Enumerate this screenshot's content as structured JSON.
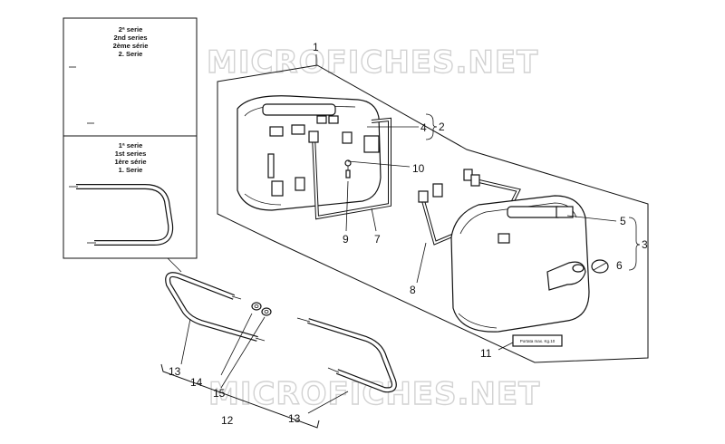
{
  "watermark": "MICROFICHES.NET",
  "series_boxes": [
    {
      "lines": [
        "2ª serie",
        "2nd series",
        "2ème série",
        "2. Serie"
      ]
    },
    {
      "lines": [
        "1ª serie",
        "1st series",
        "1ère série",
        "1. Serie"
      ]
    }
  ],
  "callouts": {
    "c1": "1",
    "c2": "2",
    "c3": "3",
    "c4": "4",
    "c5": "5",
    "c6": "6",
    "c7": "7",
    "c8": "8",
    "c9": "9",
    "c10": "10",
    "c11": "11",
    "c12": "12",
    "c13a": "13",
    "c13b": "13",
    "c14": "14",
    "c15": "15"
  },
  "label_plate_text": "Portata max. Kg.10"
}
